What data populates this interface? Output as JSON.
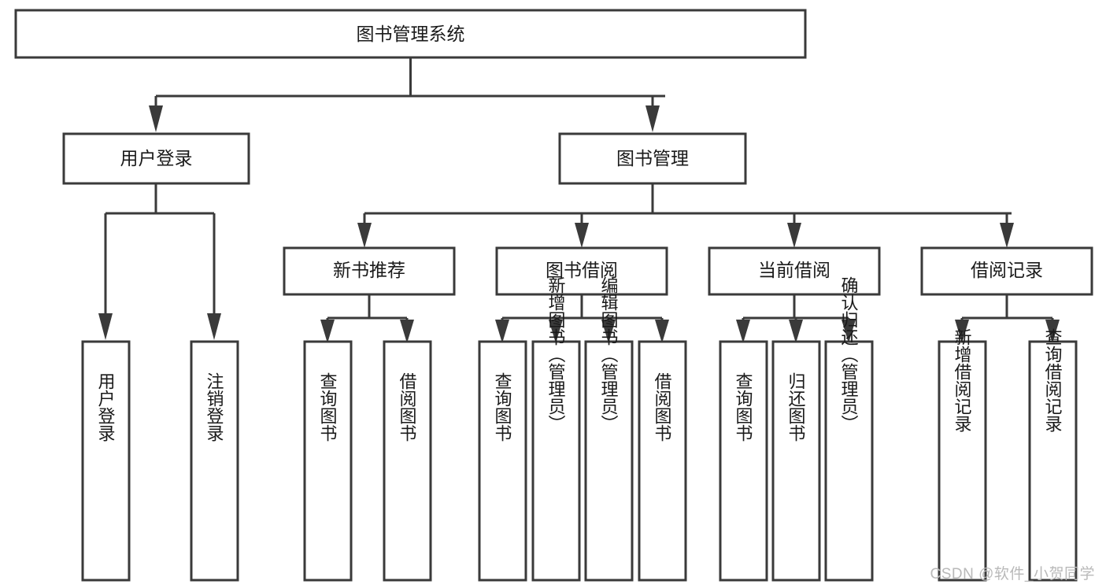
{
  "diagram": {
    "type": "tree-hierarchy-flowchart",
    "title": "图书管理系统",
    "watermark": "CSDN @软件_小贺同学",
    "colors": {
      "background": "#ffffff",
      "box_fill": "#ffffff",
      "box_stroke": "#3a3a3a",
      "connector": "#3a3a3a",
      "text": "#1a1a1a",
      "watermark_text": "#b9b9b9"
    },
    "levels": [
      {
        "level": 1,
        "nodes": [
          {
            "id": "root",
            "label": "图书管理系统",
            "orientation": "horizontal"
          }
        ]
      },
      {
        "level": 2,
        "nodes": [
          {
            "id": "user-login",
            "label": "用户登录",
            "orientation": "horizontal",
            "parent": "root"
          },
          {
            "id": "book-manage",
            "label": "图书管理",
            "orientation": "horizontal",
            "parent": "root"
          }
        ]
      },
      {
        "level": 3,
        "nodes": [
          {
            "id": "new-book-rec",
            "label": "新书推荐",
            "orientation": "horizontal",
            "parent": "book-manage"
          },
          {
            "id": "book-borrow",
            "label": "图书借阅",
            "orientation": "horizontal",
            "parent": "book-manage"
          },
          {
            "id": "current-borrow",
            "label": "当前借阅",
            "orientation": "horizontal",
            "parent": "book-manage"
          },
          {
            "id": "borrow-record",
            "label": "借阅记录",
            "orientation": "horizontal",
            "parent": "book-manage"
          }
        ]
      },
      {
        "level": 4,
        "nodes": [
          {
            "id": "leaf-user-login",
            "label": "用户登录",
            "orientation": "vertical",
            "parent": "user-login"
          },
          {
            "id": "leaf-logout",
            "label": "注销登录",
            "orientation": "vertical",
            "parent": "user-login"
          },
          {
            "id": "leaf-query-book-1",
            "label": "查询图书",
            "orientation": "vertical",
            "parent": "new-book-rec"
          },
          {
            "id": "leaf-borrow-book-1",
            "label": "借阅图书",
            "orientation": "vertical",
            "parent": "new-book-rec"
          },
          {
            "id": "leaf-query-book-2",
            "label": "查询图书",
            "orientation": "vertical",
            "parent": "book-borrow"
          },
          {
            "id": "leaf-add-book",
            "label": "新增图书（管理员）",
            "orientation": "vertical",
            "parent": "book-borrow"
          },
          {
            "id": "leaf-edit-book",
            "label": "编辑图书（管理员）",
            "orientation": "vertical",
            "parent": "book-borrow"
          },
          {
            "id": "leaf-borrow-book-2",
            "label": "借阅图书",
            "orientation": "vertical",
            "parent": "book-borrow"
          },
          {
            "id": "leaf-query-book-3",
            "label": "查询图书",
            "orientation": "vertical",
            "parent": "current-borrow"
          },
          {
            "id": "leaf-return-book",
            "label": "归还图书",
            "orientation": "vertical",
            "parent": "current-borrow"
          },
          {
            "id": "leaf-confirm-return",
            "label": "确认归还（管理员）",
            "orientation": "vertical",
            "parent": "current-borrow"
          },
          {
            "id": "leaf-add-record",
            "label": "新增借阅记录",
            "orientation": "vertical",
            "parent": "borrow-record"
          },
          {
            "id": "leaf-query-record",
            "label": "查询借阅记录",
            "orientation": "vertical",
            "parent": "borrow-record"
          }
        ]
      }
    ]
  }
}
